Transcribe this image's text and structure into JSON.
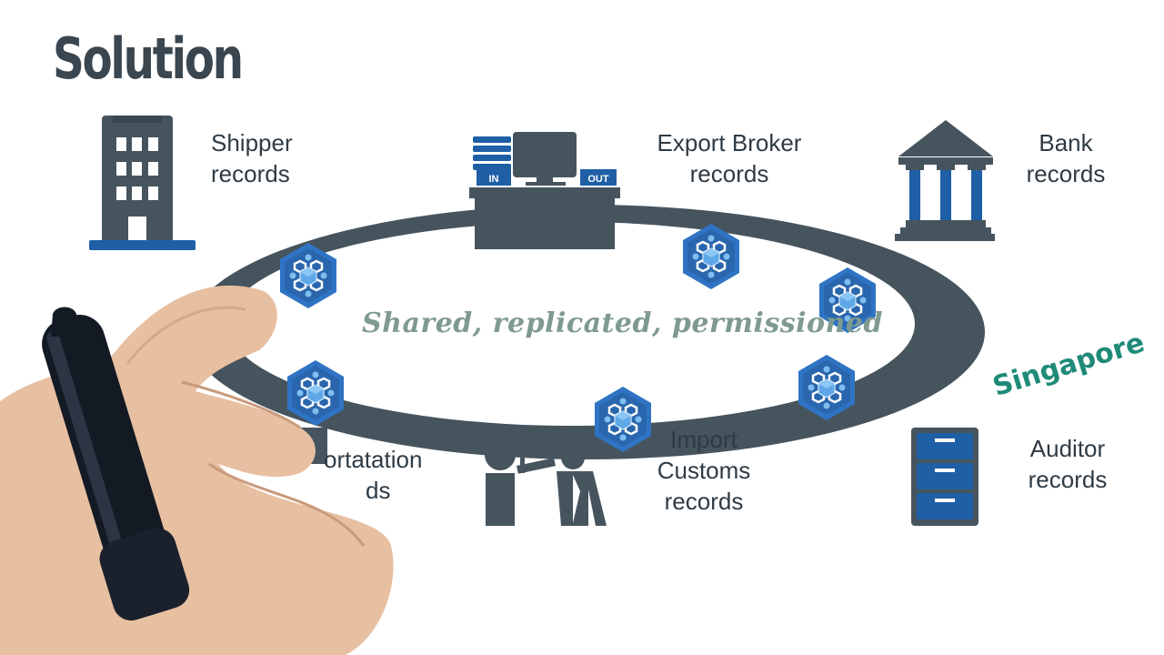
{
  "slide": {
    "title": "Solution",
    "center_caption": "Shared, replicated, permissioned",
    "handwritten_note": "Singapore"
  },
  "parties": [
    {
      "name": "shipper",
      "line1": "Shipper",
      "line2": "records",
      "icon": "office-building-icon"
    },
    {
      "name": "export-broker",
      "line1": "Export Broker",
      "line2": "records",
      "icon": "broker-desk-icon"
    },
    {
      "name": "bank",
      "line1": "Bank",
      "line2": "records",
      "icon": "bank-icon"
    },
    {
      "name": "auditor",
      "line1": "Auditor",
      "line2": "records",
      "icon": "filing-cabinet-icon"
    },
    {
      "name": "import-customs",
      "line1": "Import",
      "line2": "Customs",
      "line3": "records",
      "icon": "customs-officer-icon"
    },
    {
      "name": "transportation",
      "line1": "ortatation",
      "line2": "ds",
      "icon": "truck-icon"
    }
  ],
  "desk_tray_labels": {
    "in": "IN",
    "out": "OUT"
  },
  "ledger_nodes": {
    "count": 7,
    "icon": "blockchain-node-icon"
  },
  "colors": {
    "slate": "#46545e",
    "blue": "#1f5fa6",
    "node_blue": "#2f74c4",
    "node_light": "#5ea8e8",
    "caption_green": "#7f9a8e",
    "note_teal": "#1f8a78"
  }
}
